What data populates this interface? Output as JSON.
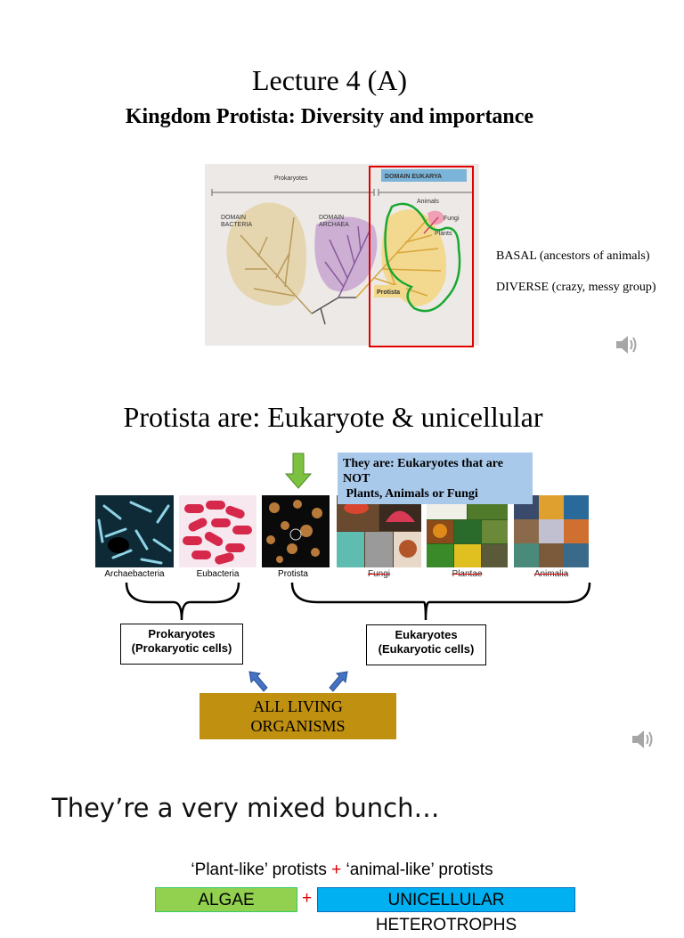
{
  "slide1": {
    "title": "Lecture 4 (A)",
    "subtitle": "Kingdom Protista: Diversity and importance",
    "tree": {
      "prokaryotes": "Prokaryotes",
      "domain_eukarya": "DOMAIN EUKARYA",
      "domain_bacteria_1": "DOMAIN",
      "domain_bacteria_2": "BACTERIA",
      "domain_archaea_1": "DOMAIN",
      "domain_archaea_2": "ARCHAEA",
      "animals": "Animals",
      "fungi": "Fungi",
      "plants": "Plants",
      "protista": "Protista"
    },
    "notes": [
      "BASAL (ancestors of animals)",
      "DIVERSE (crazy, messy group)"
    ]
  },
  "slide2": {
    "title": "Protista are: Eukaryote & unicellular",
    "note_line1": "They are: Eukaryotes that are",
    "note_line2": "NOT",
    "note_line3": " Plants, Animals or Fungi",
    "labels": [
      "Archaebacteria",
      "Eubacteria",
      "Protista",
      "Fungi",
      "Plantae",
      "Animalia"
    ],
    "prokaryotes_line1": "Prokaryotes",
    "prokaryotes_line2": "(Prokaryotic cells)",
    "eukaryotes_line1": "Eukaryotes",
    "eukaryotes_line2": "(Eukaryotic cells)",
    "all_line1": "ALL LIVING",
    "all_line2": "ORGANISMS"
  },
  "slide3": {
    "title": "They’re a very mixed bunch…",
    "plant_like": "‘Plant-like’ protists",
    "plus": "+",
    "animal_like": "‘animal-like’ protists",
    "algae": "ALGAE",
    "heterotrophs": "UNICELLULAR HETEROTROPHS"
  },
  "colors": {
    "arrow_green": "#7dc142",
    "arrow_blue": "#4472c4",
    "all_box": "#c09010",
    "note_box": "#a9c9ea",
    "algae": "#92d050",
    "heterotrophs": "#00b0f0",
    "plus": "#e00000"
  },
  "icons": [
    "speaker-icon"
  ]
}
